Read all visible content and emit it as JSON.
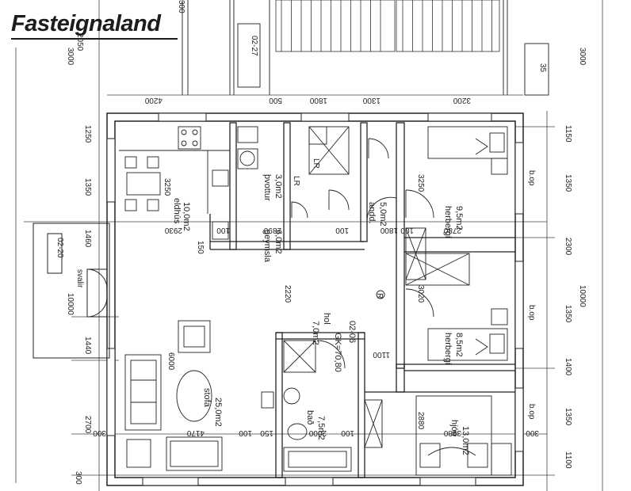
{
  "logo": {
    "text": "Fasteignaland"
  },
  "rooms": {
    "eldhus": {
      "area": "10,0m2",
      "name": "eldhús"
    },
    "thvottur": {
      "area": "3,0m2",
      "name": "þvottur"
    },
    "geymsla": {
      "area": "6,0m2",
      "name": "geymsla"
    },
    "anddyri": {
      "area": "5,0m2",
      "name": "andd."
    },
    "herbergi1": {
      "area": "9,5m2",
      "name": "herbergi"
    },
    "herbergi2": {
      "area": "8,5m2",
      "name": "herbergi"
    },
    "hol": {
      "area": "7,0m2",
      "name": "hol",
      "gk": "GK=70,80",
      "code": "02-06"
    },
    "stofa": {
      "area": "25,0m2",
      "name": "stofa"
    },
    "bad": {
      "area": "7,5m2",
      "name": "bað"
    },
    "hjon": {
      "area": "13,0m2",
      "name": "hjón"
    }
  },
  "labels": {
    "code_top": "02-27",
    "code_balcony": "02-20",
    "svalir": "svalir",
    "num_35": "35",
    "bop1": "b.op",
    "bop2": "b.op",
    "bop3": "b.op",
    "lr1": "LR",
    "lr2": "LR",
    "r_mark": "R"
  },
  "dims": {
    "top": [
      "4200",
      "500",
      "1800",
      "1300",
      "3200"
    ],
    "left": [
      "1250",
      "1350",
      "1460",
      "1440",
      "2700",
      "10000",
      "3000",
      "2050",
      "300",
      "300"
    ],
    "right": [
      "1150",
      "1350",
      "2300",
      "1350",
      "1400",
      "1350",
      "1100",
      "3000",
      "10000"
    ],
    "inner_3250a": "3250",
    "inner_3250b": "3250",
    "inner_2930": "2930",
    "inner_100a": "100",
    "inner_2890": "2890",
    "inner_100b": "100",
    "inner_100c": "100",
    "inner_1800": "1800",
    "inner_2780": "2780",
    "inner_150a": "150",
    "inner_2220": "2220",
    "inner_3020": "3020",
    "inner_6000": "6000",
    "inner_1100": "1100",
    "inner_2880": "2880",
    "bottom_4170": "4170",
    "bottom_150": "150",
    "bottom_2000": "2000",
    "bottom_100": "100",
    "bottom_3980": "3980",
    "bottom_300a": "300",
    "bottom_300b": "300",
    "bottom_100c": "100"
  }
}
